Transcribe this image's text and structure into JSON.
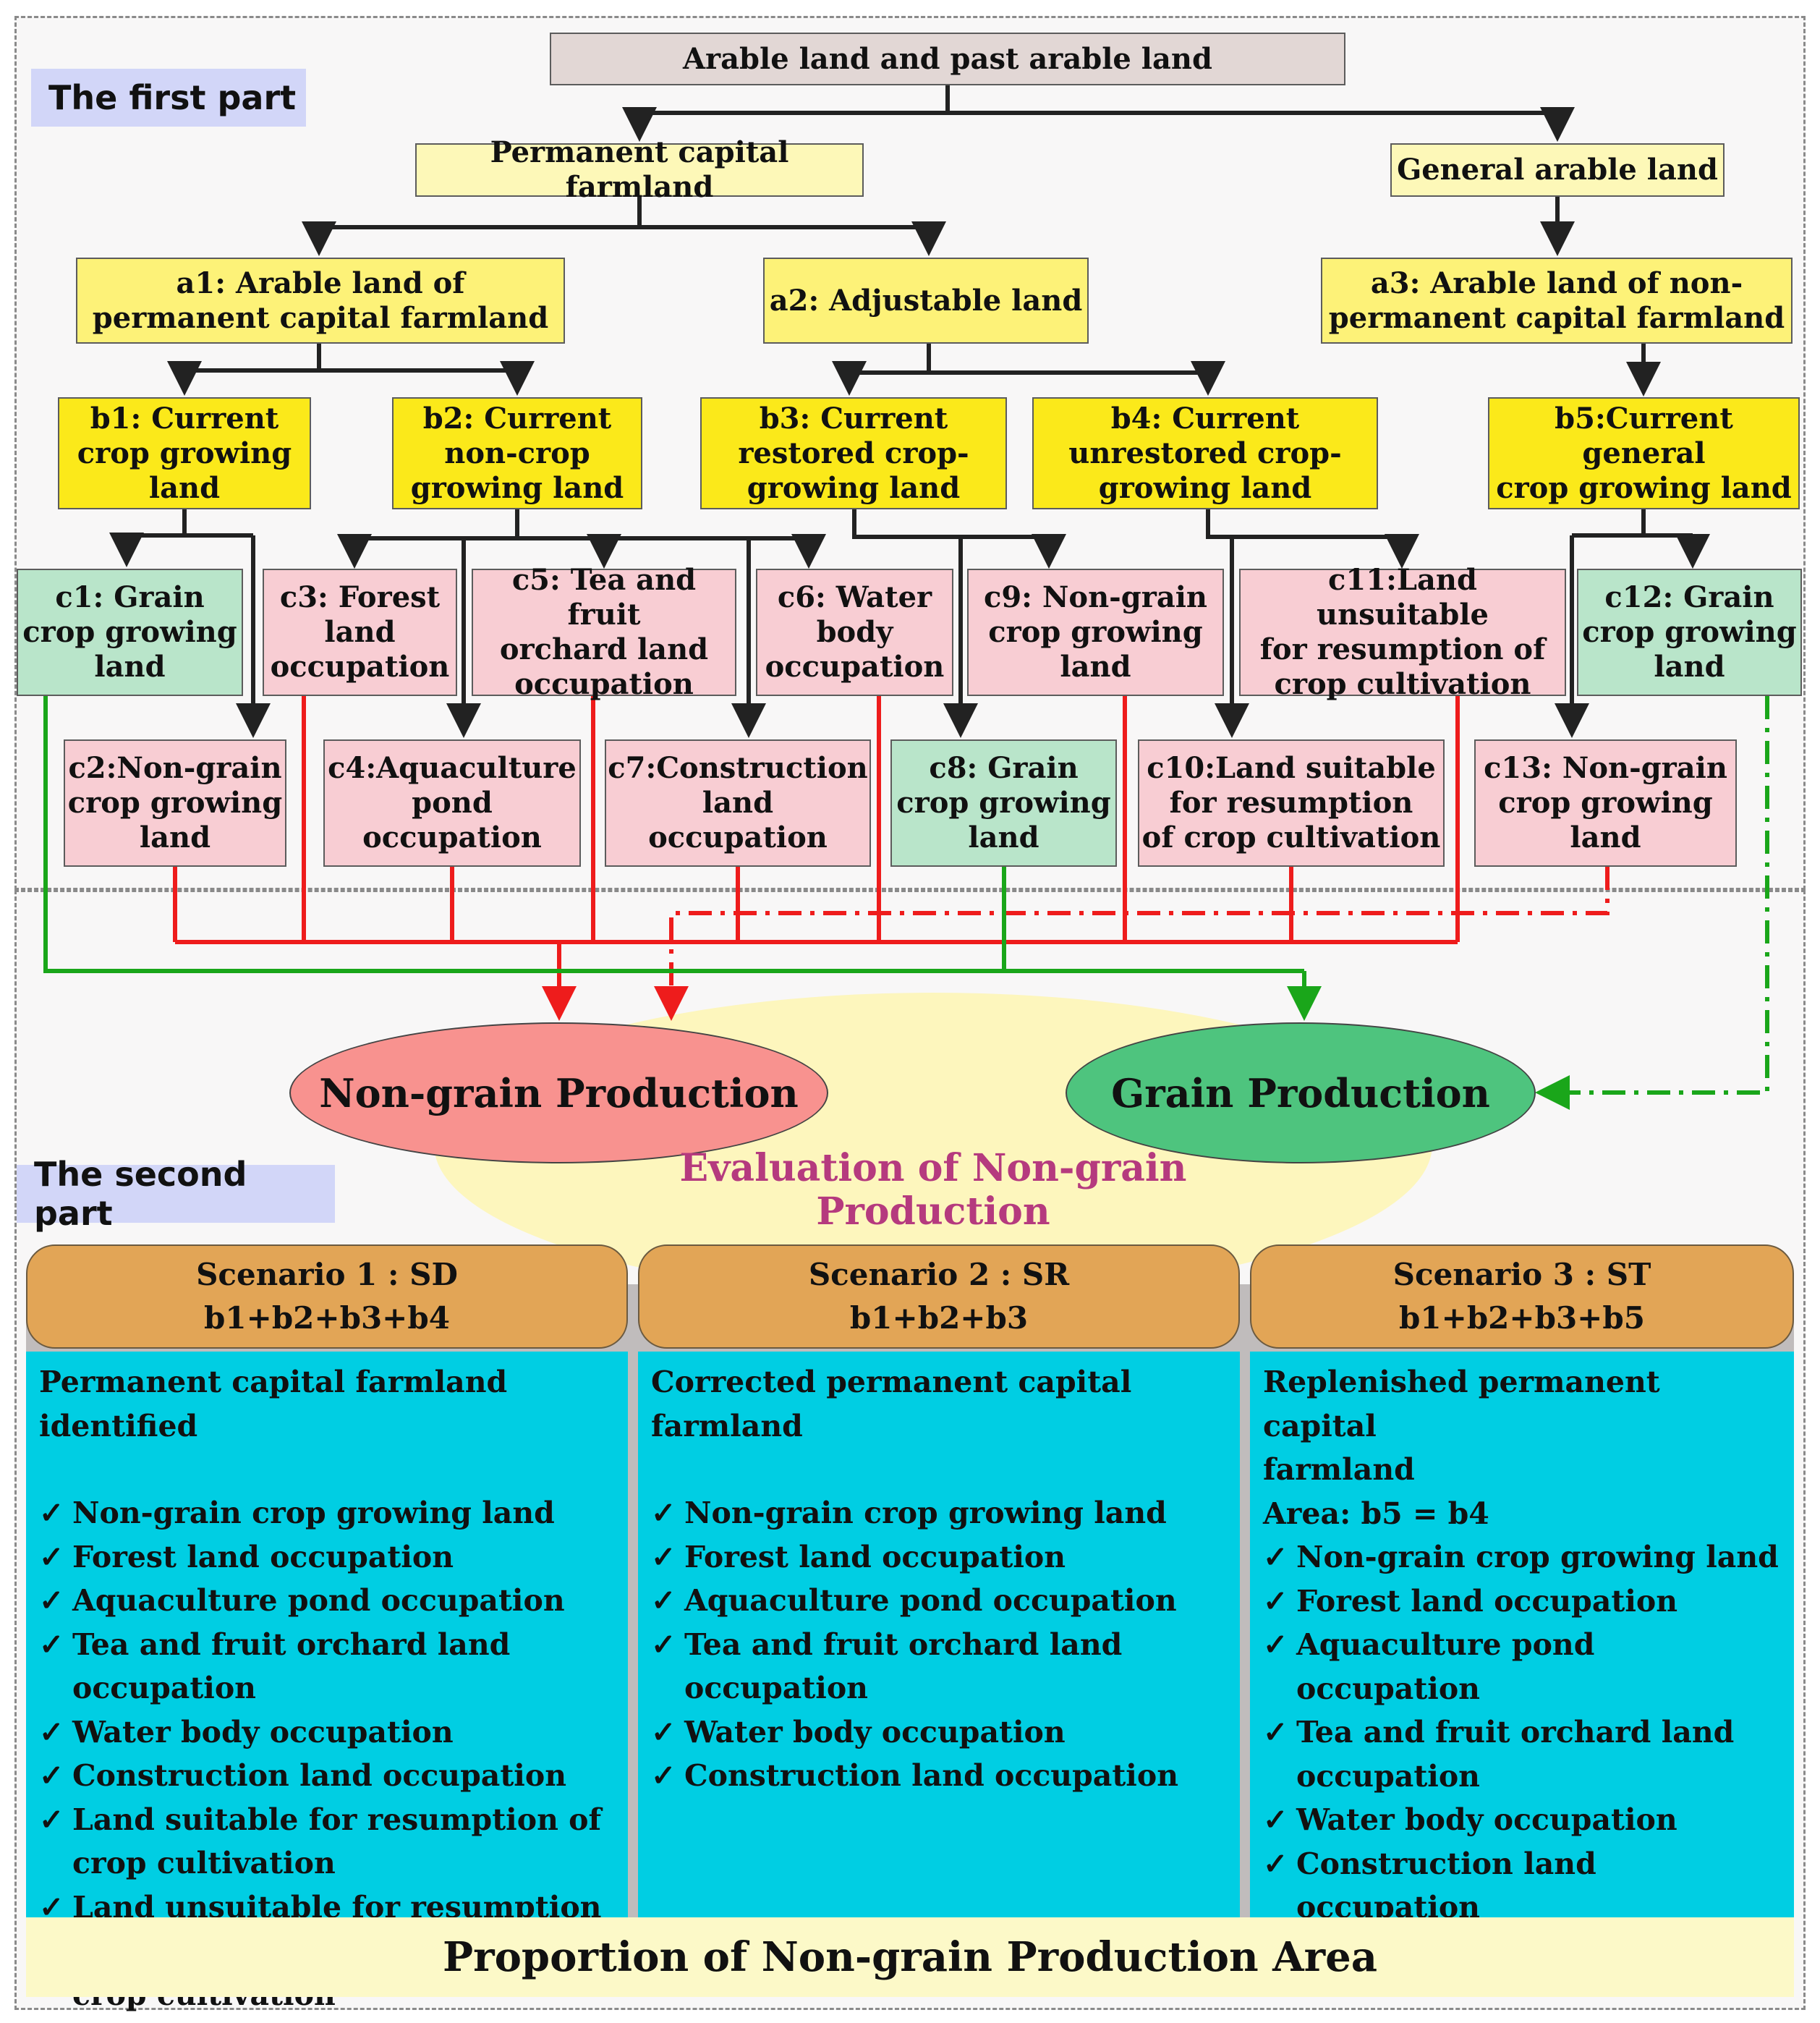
{
  "part1_label": "The first part",
  "part2_label": "The second part",
  "nodes": {
    "root": "Arable land and past arable land",
    "pcf": "Permanent capital farmland",
    "gal": "General arable land",
    "a1": "a1: Arable land of\npermanent capital farmland",
    "a2": "a2: Adjustable land",
    "a3": "a3: Arable land of non-\npermanent capital farmland",
    "b1": "b1: Current\ncrop growing\nland",
    "b2": "b2: Current\nnon-crop\ngrowing land",
    "b3": "b3: Current\nrestored crop-\ngrowing land",
    "b4": "b4: Current\nunrestored crop-\ngrowing land",
    "b5": "b5:Current general\ncrop growing land",
    "c1": "c1: Grain\ncrop growing\nland",
    "c2": "c2:Non-grain\ncrop growing\nland",
    "c3": "c3: Forest\nland\noccupation",
    "c4": "c4:Aquaculture\npond\noccupation",
    "c5": "c5: Tea and fruit\norchard land\noccupation",
    "c6": "c6: Water\nbody\noccupation",
    "c7": "c7:Construction\nland\noccupation",
    "c8": "c8: Grain\ncrop growing\nland",
    "c9": "c9: Non-grain\ncrop growing\nland",
    "c10": "c10:Land suitable\nfor resumption\nof crop cultivation",
    "c11": "c11:Land unsuitable\nfor resumption of\ncrop cultivation",
    "c12": "c12: Grain\ncrop growing\nland",
    "c13": "c13: Non-grain\ncrop growing\nland"
  },
  "outcomes": {
    "non_grain": "Non-grain Production",
    "grain": "Grain Production"
  },
  "evaluation_title": "Evaluation of Non-grain\nProduction",
  "check_mark": "✓",
  "scenarios": [
    {
      "title": "Scenario 1 : SD",
      "formula": "b1+b2+b3+b4",
      "intro": "Permanent capital farmland identified",
      "items": [
        "Non-grain crop growing land",
        "Forest land occupation",
        "Aquaculture pond occupation",
        "Tea and fruit orchard land\noccupation",
        "Water body occupation",
        "Construction land occupation",
        "Land suitable for resumption of\ncrop cultivation",
        "Land unsuitable for resumption of\ncrop cultivation"
      ]
    },
    {
      "title": "Scenario 2 : SR",
      "formula": "b1+b2+b3",
      "intro": "Corrected permanent capital farmland",
      "items": [
        "Non-grain crop growing land",
        "Forest land occupation",
        "Aquaculture pond occupation",
        "Tea and fruit orchard land\noccupation",
        "Water body occupation",
        "Construction land occupation"
      ]
    },
    {
      "title": "Scenario 3 : ST",
      "formula": "b1+b2+b3+b5",
      "intro": "Replenished permanent capital\nfarmland\nArea: b5 = b4",
      "items": [
        "Non-grain crop growing land",
        "Forest land occupation",
        "Aquaculture pond occupation",
        "Tea and fruit orchard land\noccupation",
        "Water body occupation",
        "Construction land occupation"
      ]
    }
  ],
  "footer": "Proportion of Non-grain Production Area",
  "colors": {
    "tree_line": "#222222",
    "non_grain_line": "#ee1c1c",
    "grain_line": "#1aa61a",
    "non_grain_fill": "#f8928f",
    "grain_fill": "#4ec47e",
    "scenario_header": "#e2a556",
    "scenario_body": "#00cee3"
  }
}
